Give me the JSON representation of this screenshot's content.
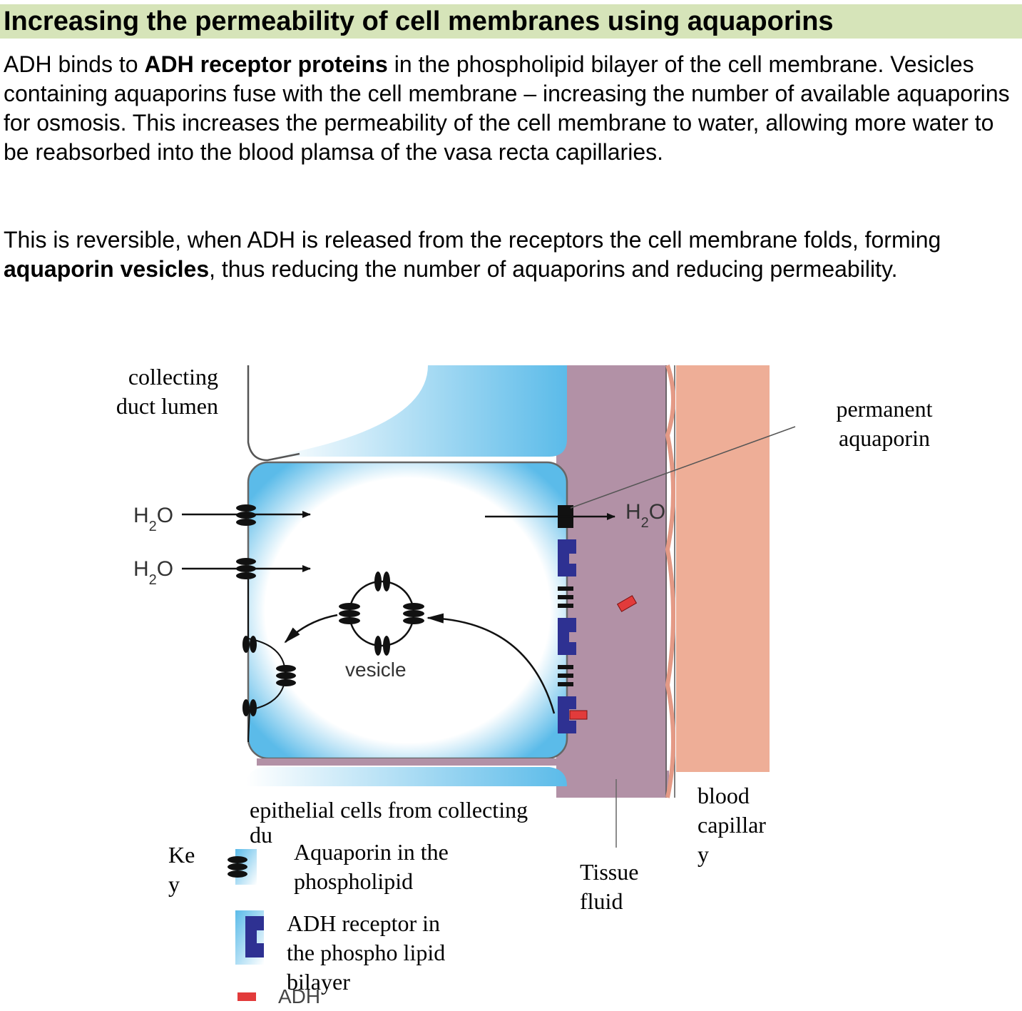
{
  "heading": "Increasing the permeability of cell membranes using aquaporins",
  "paragraph1": {
    "pre": "ADH binds to ",
    "bold": "ADH receptor proteins",
    "post": " in the phospholipid bilayer of the cell membrane. Vesicles containing aquaporins fuse with the cell membrane – increasing the number of available aquaporins for osmosis. This increases the permeability of the cell membrane to water, allowing more water to be reabsorbed into the blood plamsa of the vasa recta capillaries."
  },
  "paragraph2": {
    "pre": "This is reversible, when ADH is released from the receptors the cell membrane folds, forming ",
    "bold": "aquaporin vesicles",
    "post": ", thus reducing the number of aquaporins and reducing permeability."
  },
  "diagram": {
    "lumen_line1": "collecting",
    "lumen_line2": "duct lumen",
    "permanent_line1": "permanent",
    "permanent_line2": "aquaporin",
    "h2o_left_1": "H",
    "h2o_left_2": "H",
    "h2o_right": "H",
    "h2o_sub": "2",
    "h2o_o": "O",
    "vesicle": "vesicle",
    "epithelial_line1": "epithelial cells from collecting",
    "epithelial_line2": "du",
    "tissue_line1": "Tissue",
    "tissue_line2": "fluid",
    "blood_line1": "blood",
    "blood_line2": "capillar",
    "blood_line3": "y"
  },
  "key": {
    "title_line1": "Ke",
    "title_line2": "y",
    "aquaporin_line1": "Aquaporin in the",
    "aquaporin_line2": "phospholipid",
    "receptor_line1": "ADH receptor in",
    "receptor_line2": "the phospho lipid",
    "receptor_line3": "bilayer",
    "adh": "ADH"
  },
  "colors": {
    "title_band": "#d6e4b9",
    "tissue_fluid": "#b291a6",
    "capillary": "#eeae97",
    "cell_blue": "#5bbbe9",
    "receptor": "#2e3192",
    "adh": "#e23b3b"
  }
}
